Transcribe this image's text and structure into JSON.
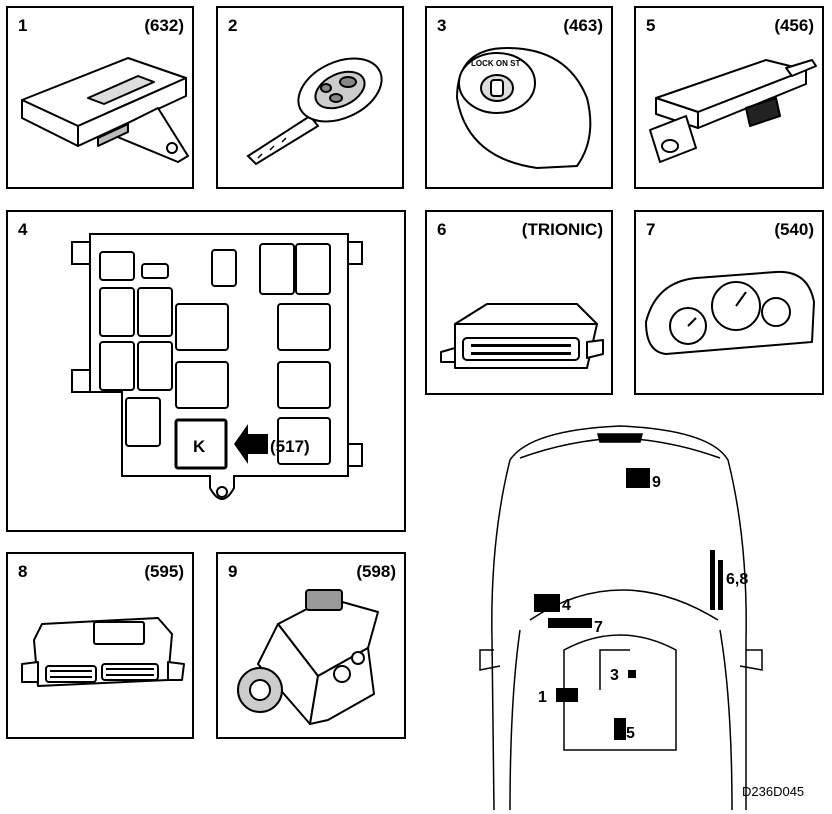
{
  "panels": [
    {
      "num": "1",
      "code": "(632)"
    },
    {
      "num": "2",
      "code": ""
    },
    {
      "num": "3",
      "code": "(463)"
    },
    {
      "num": "5",
      "code": "(456)"
    },
    {
      "num": "4",
      "code": ""
    },
    {
      "num": "6",
      "code": "(TRIONIC)"
    },
    {
      "num": "7",
      "code": "(540)"
    },
    {
      "num": "8",
      "code": "(595)"
    },
    {
      "num": "9",
      "code": "(598)"
    }
  ],
  "fusebox": {
    "key_label": "K",
    "arrow_code": "(517)"
  },
  "ignition_text": "LOCK ON ST",
  "car_locations": [
    {
      "label": "9"
    },
    {
      "label": "6,8"
    },
    {
      "label": "4"
    },
    {
      "label": "7"
    },
    {
      "label": "3"
    },
    {
      "label": "1"
    },
    {
      "label": "5"
    }
  ],
  "doc_id": "D236D045"
}
